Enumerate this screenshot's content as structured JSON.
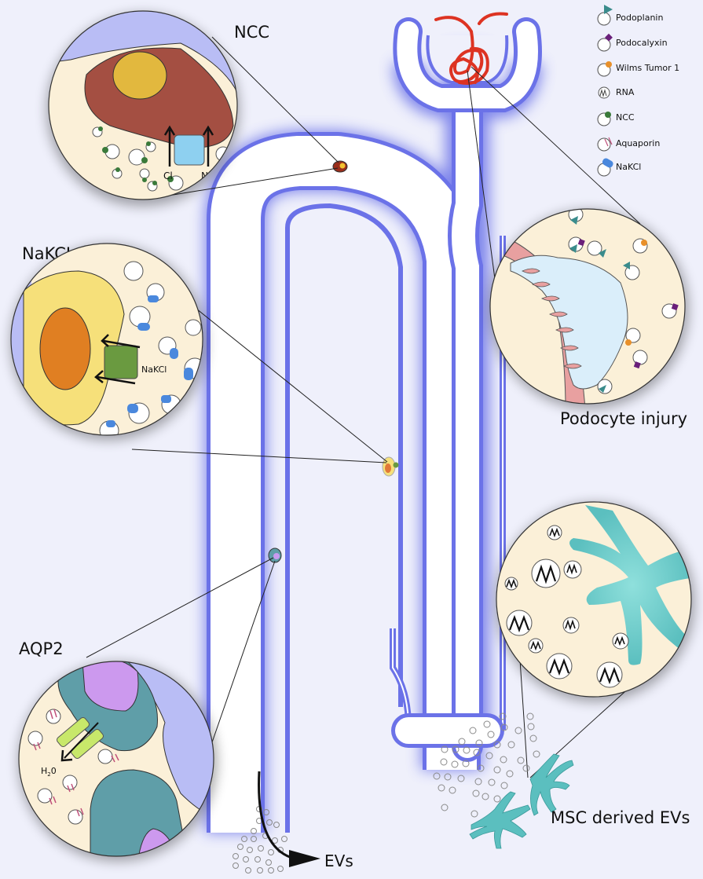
{
  "title_labels": {
    "ncc": "NCC",
    "nakcl": "NaKCL",
    "aqp2": "AQP2",
    "podocyte": "Podocyte injury",
    "msc": "MSC derived EVs",
    "evs": "EVs"
  },
  "inset_labels": {
    "cl": "Cl",
    "na": "Na",
    "nakcl_transporter": "NaKCl",
    "water": "H",
    "water_sub": "2",
    "water_tail": "0"
  },
  "legend": [
    {
      "label": "Podoplanin",
      "icon": "triangle-teal-icon",
      "color": "#3a8c8c"
    },
    {
      "label": "Podocalyxin",
      "icon": "diamond-purple-icon",
      "color": "#6a1f7a"
    },
    {
      "label": "Wilms Tumor 1",
      "icon": "circle-orange-icon",
      "color": "#e8902a"
    },
    {
      "label": "RNA",
      "icon": "rna-squiggle-icon",
      "color": "#444444"
    },
    {
      "label": "NCC",
      "icon": "star-green-icon",
      "color": "#3a7a3a"
    },
    {
      "label": "Aquaporin",
      "icon": "double-bar-pink-icon",
      "color": "#c0507a"
    },
    {
      "label": "NaKCl",
      "icon": "capsule-blue-icon",
      "color": "#4a88dd"
    }
  ],
  "colors": {
    "background": "#eff0fb",
    "tubule_outline": "#6b72e8",
    "cytoplasm": "#fbf0d8",
    "lumen": "#b9bdf5",
    "capillary": "#dd3322"
  }
}
